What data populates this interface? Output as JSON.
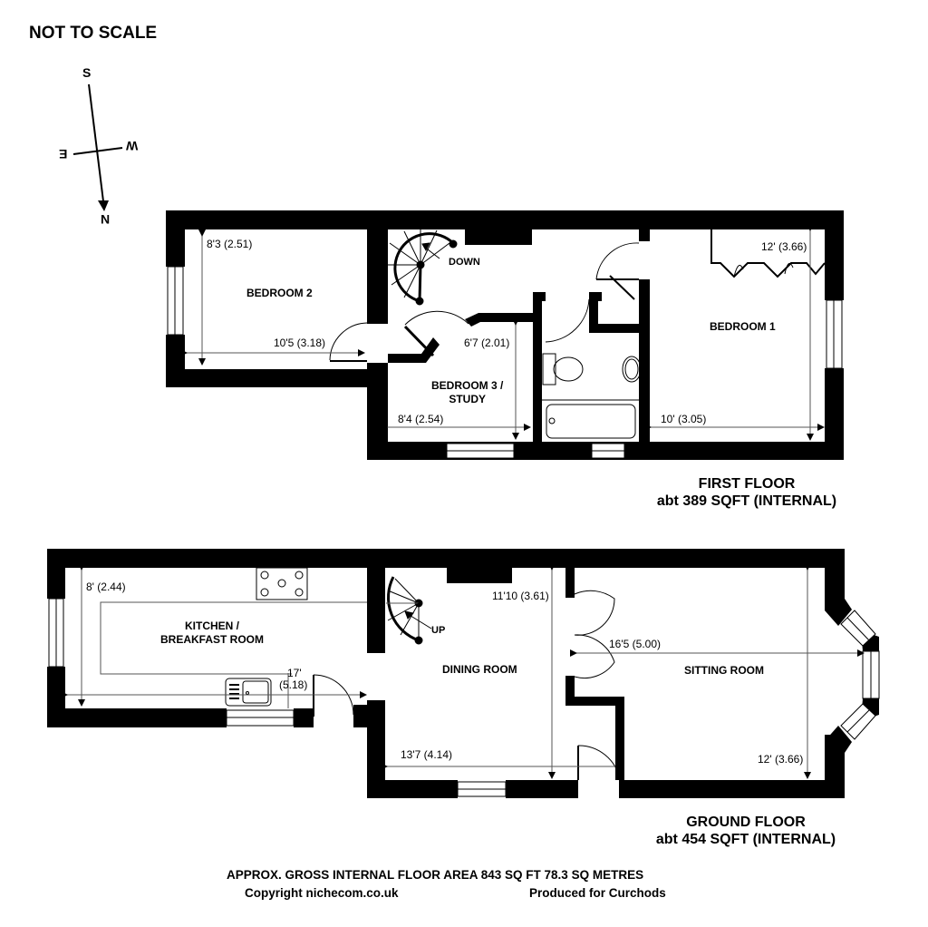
{
  "header": {
    "title": "NOT TO SCALE"
  },
  "compass": {
    "north": "N",
    "south": "S",
    "east": "E",
    "west": "W"
  },
  "first_floor": {
    "label": "FIRST FLOOR",
    "area": "abt 389 SQFT (INTERNAL)",
    "rooms": [
      {
        "name": "BEDROOM 2",
        "dims": [
          "8'3 (2.51)",
          "10'5 (3.18)"
        ]
      },
      {
        "name_line1": "BEDROOM 3 /",
        "name_line2": "STUDY",
        "dims": [
          "6'7 (2.01)",
          "8'4 (2.54)"
        ]
      },
      {
        "name": "BEDROOM 1",
        "dims": [
          "12' (3.66)",
          "10' (3.05)"
        ]
      }
    ],
    "stairs_label": "DOWN"
  },
  "ground_floor": {
    "label": "GROUND FLOOR",
    "area": "abt 454 SQFT (INTERNAL)",
    "rooms": [
      {
        "name_line1": "KITCHEN /",
        "name_line2": "BREAKFAST ROOM",
        "dims": [
          "8' (2.44)",
          "17'",
          "(5.18)"
        ]
      },
      {
        "name": "DINING ROOM",
        "dims": [
          "11'10 (3.61)",
          "13'7 (4.14)"
        ]
      },
      {
        "name": "SITTING ROOM",
        "dims": [
          "16'5 (5.00)",
          "12' (3.66)"
        ]
      }
    ],
    "stairs_label": "UP"
  },
  "footer": {
    "gross_area": "APPROX. GROSS INTERNAL FLOOR AREA 843 SQ FT 78.3 SQ METRES",
    "copyright": "Copyright nichecom.co.uk",
    "produced_for": "Produced for Curchods"
  },
  "colors": {
    "wall": "#000000",
    "background": "#ffffff",
    "line": "#555555"
  }
}
